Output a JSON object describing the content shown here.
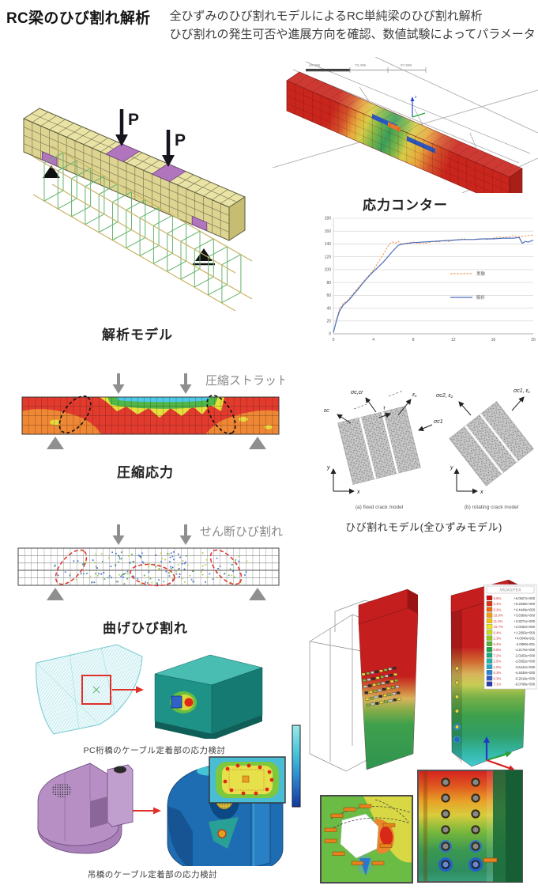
{
  "page": {
    "title": "RC梁のひび割れ解析",
    "subtitle_line1": "全ひずみのひび割れモデルによるRC単純梁のひび割れ解析",
    "subtitle_line2": "ひび割れの発生可否や進展方向を確認、数値試験によってパラメータ"
  },
  "figures": {
    "analysis_model": {
      "caption": "解析モデル",
      "load_label": "P"
    },
    "stress_contour": {
      "caption": "応力コンター",
      "ruler_values": [
        "48.999",
        "73.499",
        "97.999"
      ],
      "axis_z": "z"
    },
    "compression": {
      "caption": "圧縮応力",
      "annotation": "圧縮ストラット"
    },
    "crack_models": {
      "caption": "ひび割れモデル(全ひずみモデル)",
      "sub_a": "(a)  fixed crack model",
      "sub_b": "(b)  rotating crack model",
      "labels_a": {
        "strain": "εc",
        "stress": "σc,cr",
        "tau": "τ",
        "strain1": "ε₁",
        "stress1": "σc1"
      },
      "labels_b": {
        "left": "σc2, ε₂",
        "right": "σc1, ε₁"
      },
      "axis_x": "x",
      "axis_y": "y"
    },
    "bending_crack": {
      "caption": "曲げひび割れ",
      "annotation": "せん断ひび割れ"
    },
    "pc_girder": {
      "caption": "PC桁橋のケーブル定着部の応力検討"
    },
    "suspension_anchor": {
      "caption": "吊橋のケーブル定着部の応力検討"
    },
    "tower_contour": {
      "legend_title": "MIDAS/FEA",
      "legend_entries": [
        {
          "pct": "8.9%",
          "value": "+6.0627e+000",
          "color": "#cc0f0f"
        },
        {
          "pct": "2.4%",
          "value": "+5.2538e+000",
          "color": "#e03510"
        },
        {
          "pct": "0.2%",
          "value": "+4.4449e+000",
          "color": "#ef6a10"
        },
        {
          "pct": "10.9%",
          "value": "+3.6360e+000",
          "color": "#f59b10"
        },
        {
          "pct": "11.2%",
          "value": "+2.8271e+000",
          "color": "#f5c410"
        },
        {
          "pct": "10.7%",
          "value": "+2.0182e+000",
          "color": "#eee81c"
        },
        {
          "pct": "6.4%",
          "value": "+1.2093e+000",
          "color": "#c4dd1e"
        },
        {
          "pct": "2.3%",
          "value": "+4.0040e-001",
          "color": "#8ecc22"
        },
        {
          "pct": "6.4%",
          "value": "-4.0850e-001",
          "color": "#50b830"
        },
        {
          "pct": "5.8%",
          "value": "-1.2174e+000",
          "color": "#1ea84c"
        },
        {
          "pct": "7.2%",
          "value": "-2.0263e+000",
          "color": "#16ac7c"
        },
        {
          "pct": "2.5%",
          "value": "-2.8352e+000",
          "color": "#1fb8ac"
        },
        {
          "pct": "1.6%",
          "value": "-3.6441e+000",
          "color": "#25a8cc"
        },
        {
          "pct": "0.3%",
          "value": "-4.4530e+000",
          "color": "#2585d4"
        },
        {
          "pct": "0.3%",
          "value": "-5.2619e+000",
          "color": "#2a5cc8"
        },
        {
          "pct": "7.1%",
          "value": "-6.0708e+000",
          "color": "#2a38b0"
        }
      ]
    }
  },
  "chart_data": {
    "type": "line",
    "title": "",
    "xlabel": "",
    "ylabel": "",
    "xlim": [
      0,
      20
    ],
    "ylim": [
      0,
      180
    ],
    "xticks": [
      0,
      4,
      8,
      12,
      16,
      20
    ],
    "yticks": [
      0,
      20,
      40,
      60,
      80,
      100,
      120,
      140,
      160,
      180
    ],
    "grid": "horizontal",
    "legend_position": "middle-right",
    "series": [
      {
        "name": "実験",
        "color": "#ed9a56",
        "style": "dashed",
        "points": [
          [
            0,
            2
          ],
          [
            0.3,
            22
          ],
          [
            0.6,
            38
          ],
          [
            1,
            48
          ],
          [
            1.3,
            50
          ],
          [
            1.7,
            57
          ],
          [
            2,
            63
          ],
          [
            2.5,
            72
          ],
          [
            3,
            81
          ],
          [
            3.5,
            90
          ],
          [
            4,
            99
          ],
          [
            4.5,
            112
          ],
          [
            5,
            124
          ],
          [
            5.3,
            132
          ],
          [
            5.6,
            140
          ],
          [
            5.9,
            143
          ],
          [
            6.2,
            141
          ],
          [
            6.5,
            144
          ],
          [
            6.8,
            140
          ],
          [
            7.2,
            141
          ],
          [
            7.6,
            142
          ],
          [
            8,
            143
          ],
          [
            8.5,
            141
          ],
          [
            9,
            140
          ],
          [
            9.5,
            142
          ],
          [
            10,
            144
          ],
          [
            10.5,
            143
          ],
          [
            11,
            145
          ],
          [
            11.5,
            144
          ],
          [
            12,
            146
          ],
          [
            12.5,
            147
          ],
          [
            13,
            148
          ],
          [
            13.5,
            147
          ],
          [
            14,
            147
          ],
          [
            14.5,
            148
          ],
          [
            15,
            148
          ],
          [
            15.5,
            147
          ],
          [
            16,
            149
          ],
          [
            16.5,
            151
          ],
          [
            17,
            150
          ],
          [
            17.5,
            151
          ],
          [
            18,
            153
          ],
          [
            18.5,
            151
          ],
          [
            19,
            152
          ],
          [
            19.5,
            153
          ],
          [
            20,
            154
          ]
        ]
      },
      {
        "name": "解析",
        "color": "#4a6fbd",
        "style": "solid",
        "points": [
          [
            0,
            2
          ],
          [
            0.3,
            20
          ],
          [
            0.6,
            35
          ],
          [
            1,
            45
          ],
          [
            1.3,
            49
          ],
          [
            1.7,
            55
          ],
          [
            2,
            61
          ],
          [
            2.5,
            70
          ],
          [
            3,
            80
          ],
          [
            3.5,
            89
          ],
          [
            4,
            97
          ],
          [
            4.5,
            104
          ],
          [
            5,
            112
          ],
          [
            5.5,
            121
          ],
          [
            6,
            130
          ],
          [
            6.5,
            138
          ],
          [
            7,
            140
          ],
          [
            7.5,
            141
          ],
          [
            8,
            142
          ],
          [
            9,
            143
          ],
          [
            10,
            144
          ],
          [
            11,
            145
          ],
          [
            12,
            146
          ],
          [
            13,
            147
          ],
          [
            14,
            147
          ],
          [
            15,
            148
          ],
          [
            16,
            148
          ],
          [
            17,
            149
          ],
          [
            18,
            149
          ],
          [
            18.6,
            150
          ],
          [
            18.9,
            141
          ],
          [
            19.2,
            144
          ],
          [
            19.5,
            143
          ],
          [
            20,
            146
          ]
        ]
      }
    ]
  }
}
